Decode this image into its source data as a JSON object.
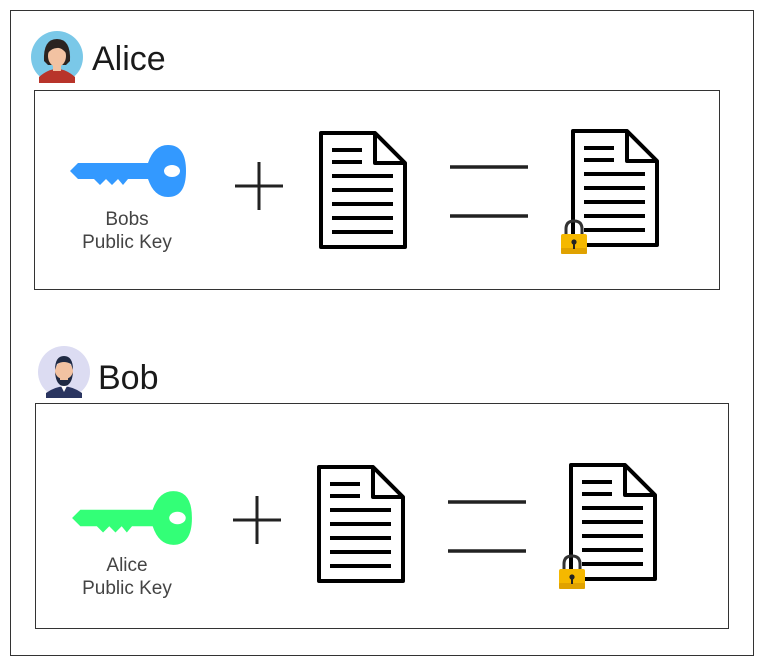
{
  "sections": [
    {
      "person": "Alice",
      "avatar": "alice-avatar",
      "key_label_line1": "Bobs",
      "key_label_line2": "Public Key",
      "key_color": "#3399ff",
      "key_icon": "key-icon",
      "operator_plus": "plus-icon",
      "operator_equals": "equals-icon",
      "document_icon": "document-icon",
      "result_icon": "locked-document-icon"
    },
    {
      "person": "Bob",
      "avatar": "bob-avatar",
      "key_label_line1": "Alice",
      "key_label_line2": "Public Key",
      "key_color": "#33ff77",
      "key_icon": "key-icon",
      "operator_plus": "plus-icon",
      "operator_equals": "equals-icon",
      "document_icon": "document-icon",
      "result_icon": "locked-document-icon"
    }
  ],
  "colors": {
    "lock_body": "#f5b800",
    "stroke": "#000000"
  }
}
